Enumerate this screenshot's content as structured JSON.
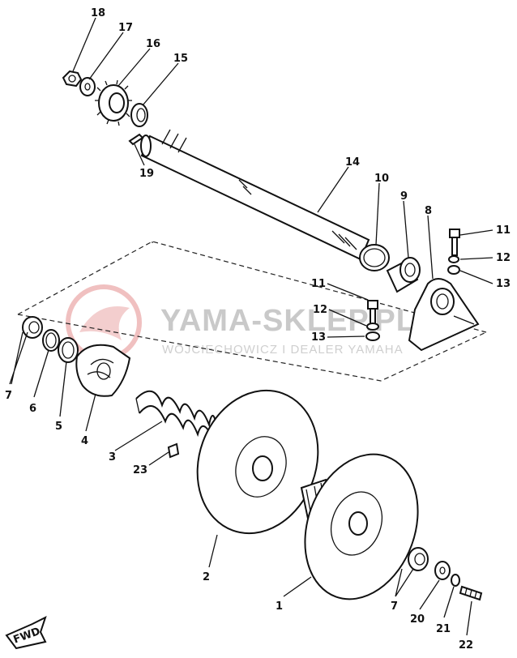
{
  "watermark": {
    "brand": "YAMA-SKLEP.PL",
    "tagline": "WOJCIECHOWICZ I DEALER YAMAHA",
    "logo_color": "#e88a8a"
  },
  "direction_marker": "FWD",
  "callouts": [
    {
      "id": "c18",
      "text": "18"
    },
    {
      "id": "c17",
      "text": "17"
    },
    {
      "id": "c16",
      "text": "16"
    },
    {
      "id": "c15",
      "text": "15"
    },
    {
      "id": "c19",
      "text": "19"
    },
    {
      "id": "c14",
      "text": "14"
    },
    {
      "id": "c10",
      "text": "10"
    },
    {
      "id": "c9",
      "text": "9"
    },
    {
      "id": "c8",
      "text": "8"
    },
    {
      "id": "c11a",
      "text": "11"
    },
    {
      "id": "c12a",
      "text": "12"
    },
    {
      "id": "c13a",
      "text": "13"
    },
    {
      "id": "c11b",
      "text": "11"
    },
    {
      "id": "c12b",
      "text": "12"
    },
    {
      "id": "c13b",
      "text": "13"
    },
    {
      "id": "c7a",
      "text": "7"
    },
    {
      "id": "c6",
      "text": "6"
    },
    {
      "id": "c5",
      "text": "5"
    },
    {
      "id": "c4",
      "text": "4"
    },
    {
      "id": "c3",
      "text": "3"
    },
    {
      "id": "c23",
      "text": "23"
    },
    {
      "id": "c2",
      "text": "2"
    },
    {
      "id": "c1",
      "text": "1"
    },
    {
      "id": "c7b",
      "text": "7"
    },
    {
      "id": "c20",
      "text": "20"
    },
    {
      "id": "c21",
      "text": "21"
    },
    {
      "id": "c22",
      "text": "22"
    }
  ]
}
